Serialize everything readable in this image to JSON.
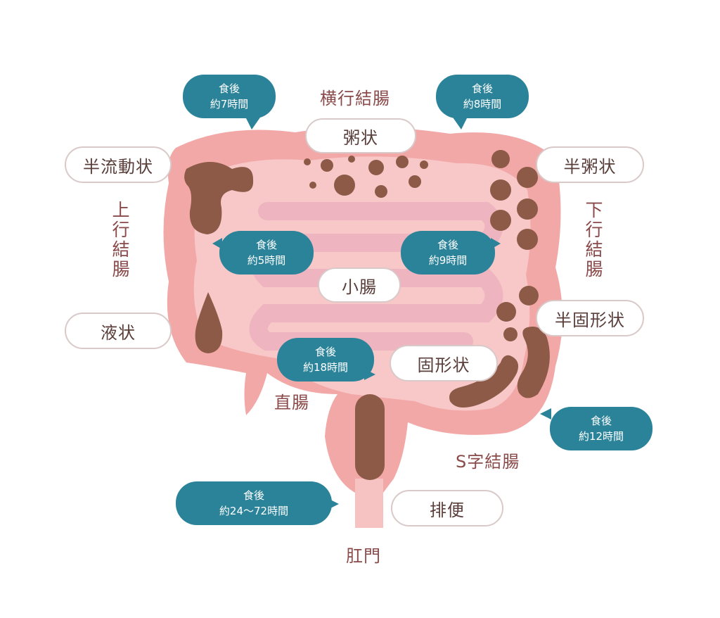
{
  "organs": {
    "transverse": "横行結腸",
    "ascending": "上行結腸",
    "descending": "下行結腸",
    "small_intestine": "小腸",
    "rectum": "直腸",
    "sigmoid": "S字結腸",
    "anus": "肛門"
  },
  "states": {
    "half_fluid": "半流動状",
    "liquid": "液状",
    "porridge": "粥状",
    "half_porridge": "半粥状",
    "half_solid": "半固形状",
    "solid": "固形状",
    "defecation": "排便"
  },
  "timings": {
    "prefix": "食後",
    "t5": "約5時間",
    "t7": "約7時間",
    "t8": "約8時間",
    "t9": "約9時間",
    "t12": "約12時間",
    "t18": "約18時間",
    "t24_72": "約24〜72時間"
  },
  "colors": {
    "colon": "#f2a8a8",
    "colon_light": "#f8cccc",
    "small_intestine": "#eeb6c0",
    "stool": "#8c5a46",
    "bubble": "#2b8399"
  }
}
